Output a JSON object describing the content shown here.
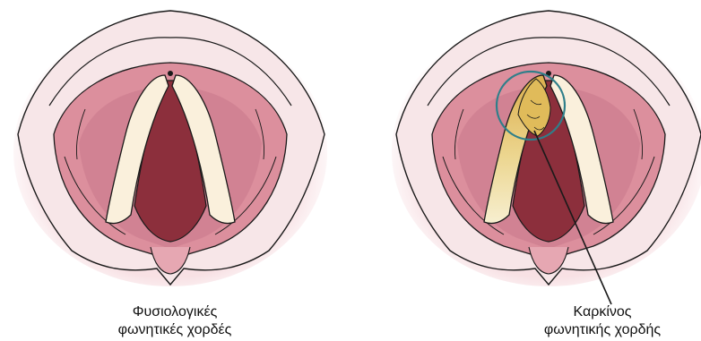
{
  "panels": [
    {
      "caption_line1": "Φυσιολογικές",
      "caption_line2": "φωνητικές χορδές"
    },
    {
      "caption_line1": "Καρκίνος",
      "caption_line2": "φωνητικής χορδής"
    }
  ],
  "colors": {
    "outline": "#1a1a1a",
    "skin": "#f6e4e6",
    "tissue_pink": "#dd919f",
    "tissue_dark": "#c06f7e",
    "airway": "#8c2f3c",
    "fold": "#faf0dc",
    "tumor": "#e3c36a",
    "highlight_ring": "#2f7f8a"
  }
}
